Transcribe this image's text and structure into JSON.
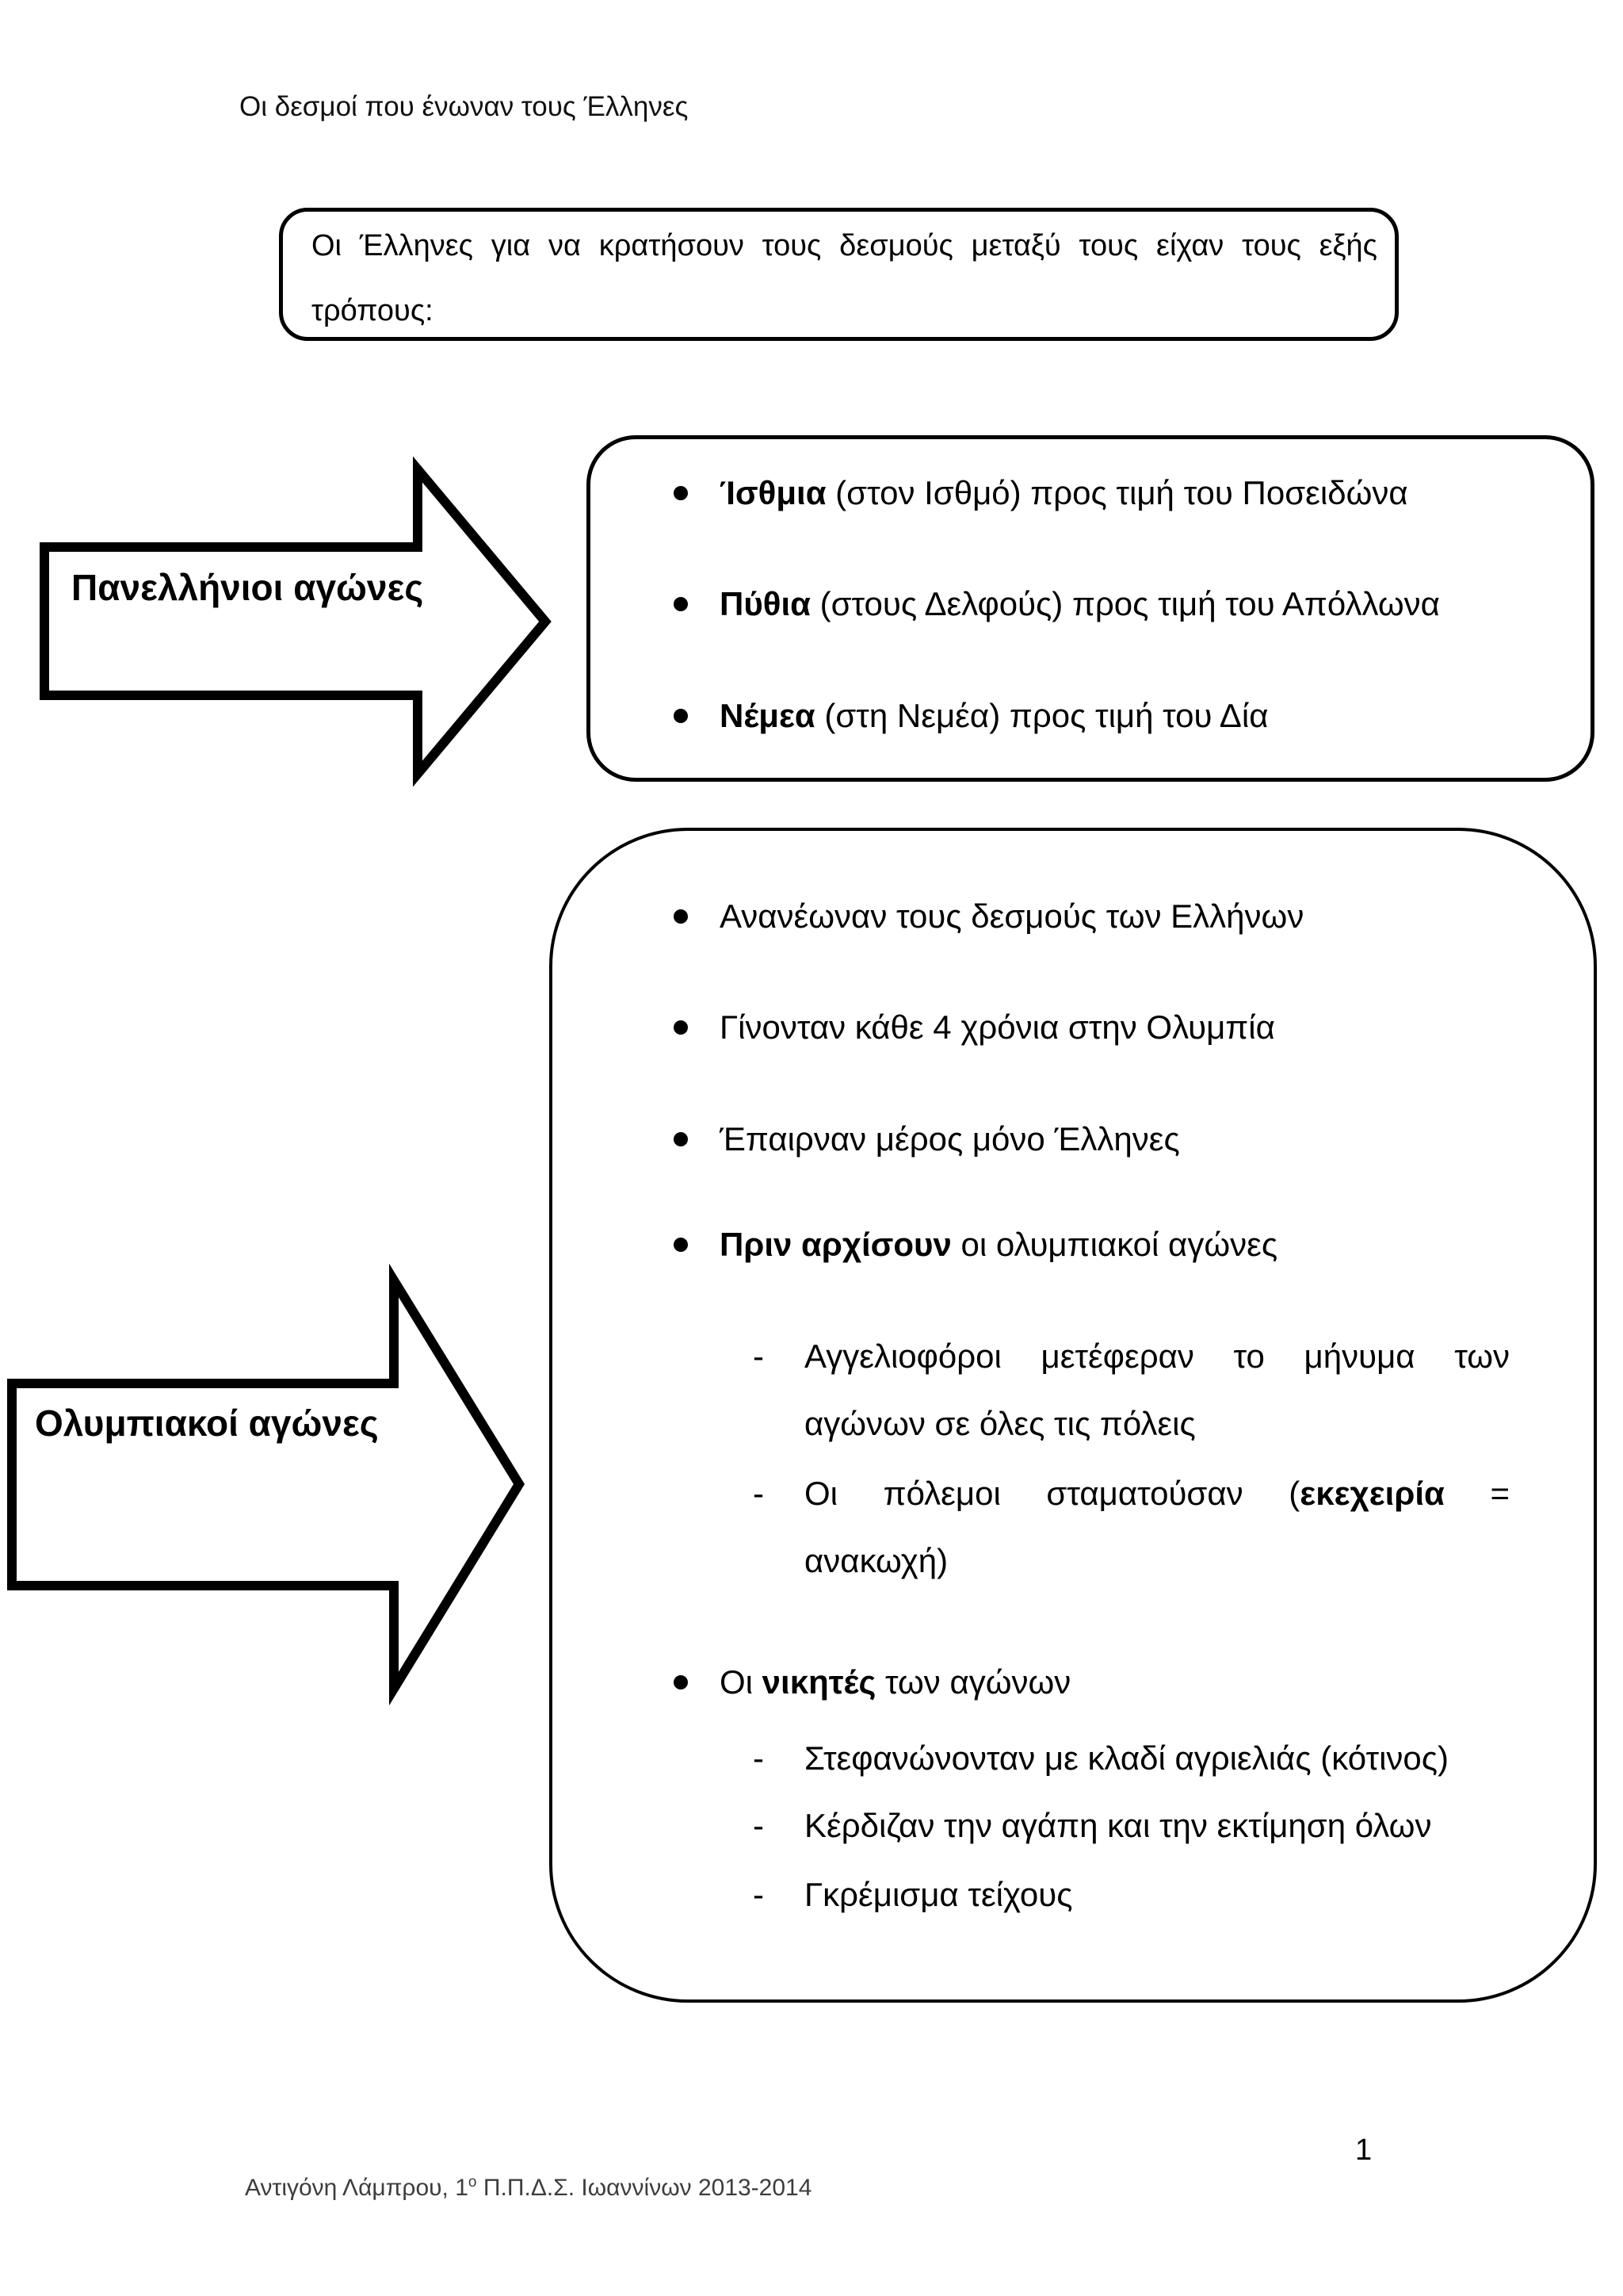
{
  "page": {
    "header": "Οι δεσμοί που ένωναν τους Έλληνες",
    "page_number": "1",
    "footer": {
      "pre": "Αντιγόνη Λάμπρου, 1",
      "sup": "ο",
      "post": " Π.Π.Δ.Σ. Ιωαννίνων 2013-2014"
    }
  },
  "intro_box": {
    "text": "Οι Έλληνες για να κρατήσουν τους δεσμούς μεταξύ τους είχαν τους εξής τρόπους:"
  },
  "panhellenic": {
    "arrow_label": "Πανελλήνιοι αγώνες",
    "items": [
      {
        "bold": "Ίσθμια",
        "rest": " (στον Ισθμό) προς τιμή του Ποσειδώνα"
      },
      {
        "bold": "Πύθια",
        "rest": " (στους Δελφούς) προς τιμή του Απόλλωνα"
      },
      {
        "bold": "Νέμεα",
        "rest": " (στη Νεμέα) προς τιμή του Δία"
      }
    ]
  },
  "olympic": {
    "arrow_label": "Ολυμπιακοί αγώνες",
    "items": [
      {
        "pre": "",
        "bold": "",
        "rest": "Ανανέωναν τους δεσμούς των Ελλήνων"
      },
      {
        "pre": "",
        "bold": "",
        "rest": "Γίνονταν κάθε 4 χρόνια στην Ολυμπία"
      },
      {
        "pre": "",
        "bold": "",
        "rest": "Έπαιρναν μέρος μόνο Έλληνες"
      },
      {
        "pre": "",
        "bold": "Πριν αρχίσουν",
        "rest": " οι ολυμπιακοί αγώνες"
      },
      {
        "pre": "Οι ",
        "bold": "νικητές",
        "rest": " των αγώνων"
      }
    ],
    "sub_before_games": [
      {
        "pre": "Αγγελιοφόροι μετέφεραν το μήνυμα των αγώνων σε όλες τις πόλεις",
        "bold": "",
        "rest": ""
      },
      {
        "pre": "Οι πόλεμοι σταματούσαν (",
        "bold": "εκεχειρία",
        "rest": " = ανακωχή)"
      }
    ],
    "sub_winners": [
      {
        "text": "Στεφανώνονταν με κλαδί αγριελιάς (κότινος)"
      },
      {
        "text": "Κέρδιζαν την αγάπη και την εκτίμηση όλων"
      },
      {
        "text": "Γκρέμισμα τείχους"
      }
    ],
    "dash": "-"
  }
}
